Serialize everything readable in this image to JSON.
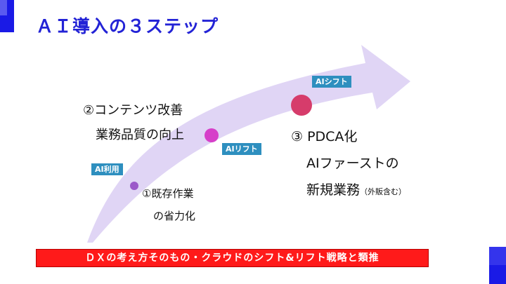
{
  "slide": {
    "title": "ＡＩ導入の３ステップ",
    "footer": "ＤＸの考え方そのもの・クラウドのシフト&リフト戦略と類推"
  },
  "steps": [
    {
      "tag": "AI利用",
      "line1": "①既存作業",
      "line2": "の省力化"
    },
    {
      "tag": "AIリフト",
      "line1": "②コンテンツ改善",
      "line2": "業務品質の向上"
    },
    {
      "tag": "AIシフト",
      "line1": "③ PDCA化",
      "line2": "AIファーストの",
      "line3": "新規業務",
      "line3_note": "（外販含む）"
    }
  ],
  "colors": {
    "title": "#2323d6",
    "arrow": "#ddd0f4",
    "tag": "#2e8fbf",
    "footer_bar": "#ff1a1a",
    "dot1": "#9b59c9",
    "dot2": "#d63fc9",
    "dot3": "#d63c6b",
    "corner_blue": "#1a1ae6"
  }
}
